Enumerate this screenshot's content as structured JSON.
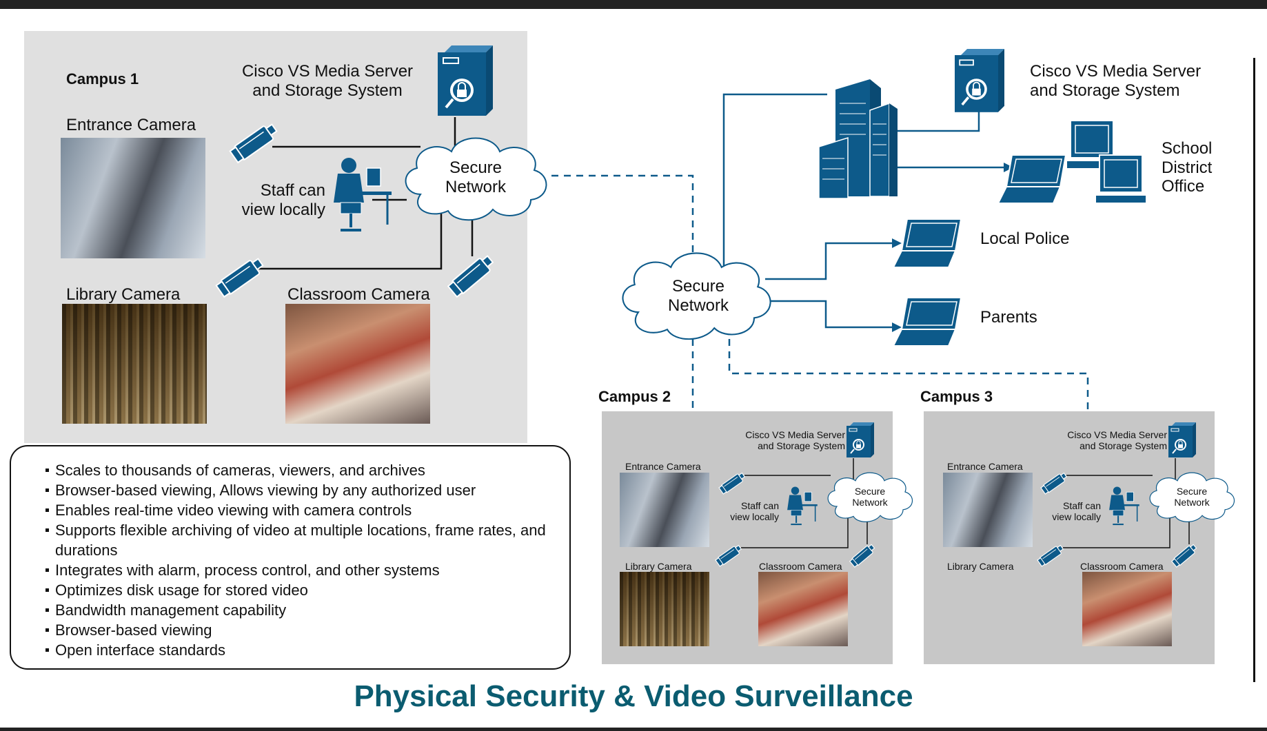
{
  "title": "Physical Security & Video Surveillance",
  "colors": {
    "accent": "#0b5c70",
    "icon": "#0d5a8a",
    "panel_light": "#e0e0e0",
    "panel_dark": "#c7c7c7"
  },
  "campus1": {
    "label": "Campus 1",
    "server": [
      "Cisco VS Media Server",
      "and Storage System"
    ],
    "network": [
      "Secure",
      "Network"
    ],
    "staff": [
      "Staff can",
      "view locally"
    ],
    "entrance_camera": "Entrance Camera",
    "library_camera": "Library Camera",
    "classroom_camera": "Classroom Camera"
  },
  "central": {
    "network": [
      "Secure",
      "Network"
    ],
    "server": [
      "Cisco VS Media Server",
      "and Storage System"
    ],
    "district": [
      "School",
      "District",
      "Office"
    ],
    "police": "Local Police",
    "parents": "Parents"
  },
  "campus2": {
    "label": "Campus 2",
    "server": [
      "Cisco VS Media Server",
      "and Storage System"
    ],
    "network": [
      "Secure",
      "Network"
    ],
    "staff": [
      "Staff can",
      "view locally"
    ],
    "entrance_camera": "Entrance Camera",
    "library_camera": "Library Camera",
    "classroom_camera": "Classroom Camera"
  },
  "campus3": {
    "label": "Campus 3",
    "server": [
      "Cisco VS Media Server",
      "and Storage System"
    ],
    "network": [
      "Secure",
      "Network"
    ],
    "staff": [
      "Staff can",
      "view locally"
    ],
    "entrance_camera": "Entrance Camera",
    "library_camera": "Library Camera",
    "classroom_camera": "Classroom Camera"
  },
  "features": [
    "Scales to thousands of cameras, viewers, and archives",
    "Browser-based viewing, Allows viewing by any authorized user",
    "Enables real-time video viewing with camera controls",
    "Supports flexible archiving of video at multiple locations, frame rates, and durations",
    "Integrates with alarm, process control, and other systems",
    "Optimizes disk usage for stored video",
    "Bandwidth management capability",
    "Browser-based viewing",
    "Open interface standards"
  ],
  "icons": [
    "server-icon",
    "camera-icon",
    "staff-workstation-icon",
    "cloud-icon",
    "building-icon",
    "desktop-computer-icon",
    "laptop-icon"
  ]
}
